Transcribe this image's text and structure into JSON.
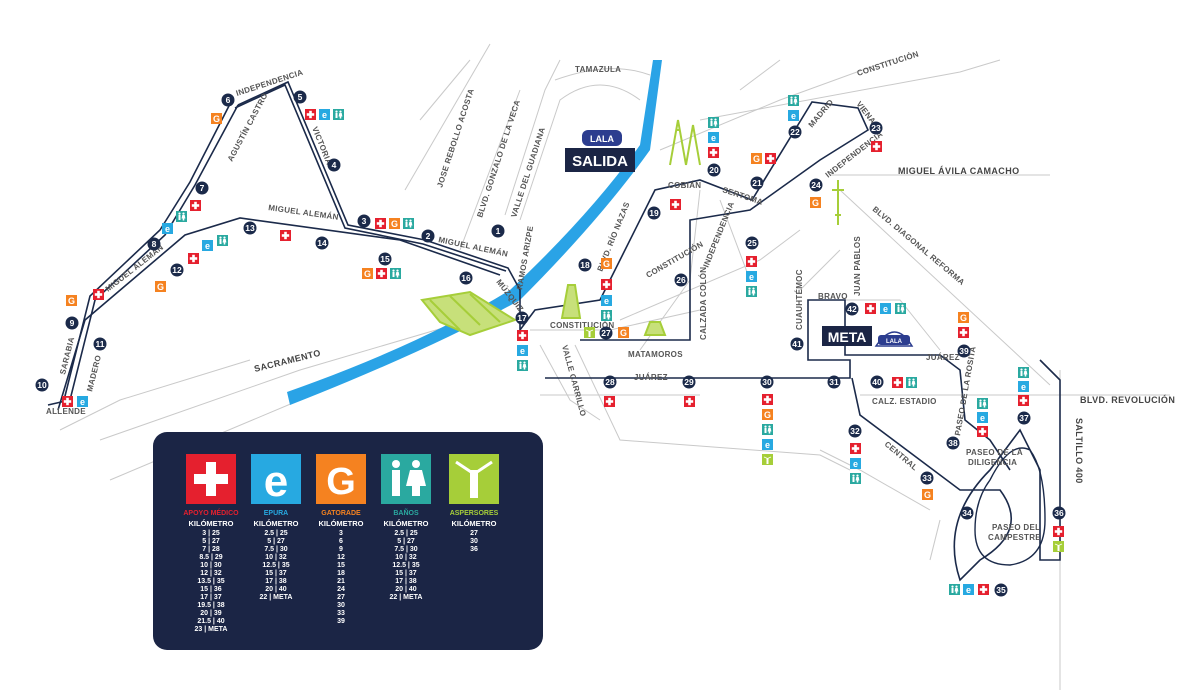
{
  "markers": {
    "start": "SALIDA",
    "finish": "META",
    "brand": "LALA"
  },
  "km": [
    "1",
    "2",
    "3",
    "4",
    "5",
    "6",
    "7",
    "8",
    "9",
    "10",
    "11",
    "12",
    "13",
    "14",
    "15",
    "16",
    "17",
    "18",
    "19",
    "20",
    "21",
    "22",
    "23",
    "24",
    "25",
    "26",
    "27",
    "28",
    "29",
    "30",
    "31",
    "32",
    "33",
    "34",
    "35",
    "36",
    "37",
    "38",
    "39",
    "40",
    "41",
    "42"
  ],
  "streets": {
    "tamazula": "TAMAZULA",
    "independencia_w": "INDEPENDENCIA",
    "agustin_castro": "AGUSTÍN CASTRO",
    "victoria": "VICTORIA",
    "jose_rebollo": "JOSE REBOLLO ACOSTA",
    "gonzalo_veca": "BLVD. GONZALO DE LA VECA",
    "valle_guadiana": "VALLE DEL GUADIANA",
    "miguel_aleman_w": "MIGUEL ALEMÁN",
    "miguel_aleman_c": "MIGUEL ALEMÁN",
    "miguel_aleman_sw": "MIGUEL ALEMÁN",
    "sacramento": "SACRAMENTO",
    "sarabia": "SARABIA",
    "madero": "MADERO",
    "allende": "ALLENDE",
    "ramos_arizpe": "RAMOS ARIZPE",
    "munzquiz": "MÚZQUIZ",
    "rio_nazas": "BLVD. RÍO NAZAS",
    "constitucion_c": "CONSTITUCIÓN",
    "constitucion_s": "CONSTITUCIÓN",
    "constitucion_ne": "CONSTITUCIÓN",
    "valle_carrillo": "VALLE CARRILLO",
    "cobian": "COBIÁN",
    "sertoma": "SERTOMA",
    "madrid": "MADRID",
    "viena": "VIENA",
    "independencia_e": "INDEPENDENCIA",
    "independencia_c": "INDEPENDENCIA",
    "miguel_avila": "MIGUEL ÁVILA CAMACHO",
    "diagonal_reforma": "BLVD. DIAGONAL REFORMA",
    "calzada_colon": "CALZADA COLÓN",
    "matamoros": "MATAMOROS",
    "juarez_w": "JUÁREZ",
    "juarez_e": "JUÁREZ",
    "cuauhtemoc": "CUAUHTÉMOC",
    "bravo": "BRAVO",
    "juan_pablos": "JUAN PABLOS",
    "calz_estadio": "CALZ. ESTADIO",
    "central": "CENTRAL",
    "paseo_rosita": "PASEO DE LA ROSITA",
    "paseo_diligencia_1": "PASEO DE LA",
    "paseo_diligencia_2": "DILIGENCIA",
    "paseo_campestre_1": "PASEO DEL",
    "paseo_campestre_2": "CAMPESTRE",
    "blvd_revolucion": "BLVD. REVOLUCIÓN",
    "saltillo": "SALTILLO 400"
  },
  "legend": {
    "columns": [
      {
        "title": "APOYO MÉDICO",
        "color": "#e5202e",
        "header": "KILÓMETRO",
        "values": [
          "3 | 25",
          "5 | 27",
          "7 | 28",
          "8.5 | 29",
          "10 | 30",
          "12 | 32",
          "13.5 | 35",
          "15 | 36",
          "17 | 37",
          "19.5 | 38",
          "20 | 39",
          "21.5 | 40",
          "23 | META"
        ]
      },
      {
        "title": "EPURA",
        "color": "#27a9e1",
        "header": "KILÓMETRO",
        "values": [
          "2.5 | 25",
          "5 | 27",
          "7.5 | 30",
          "10 | 32",
          "12.5 | 35",
          "15 | 37",
          "17 | 38",
          "20 | 40",
          "22 | META"
        ]
      },
      {
        "title": "GATORADE",
        "color": "#f58220",
        "header": "KILÓMETRO",
        "values": [
          "3",
          "6",
          "9",
          "12",
          "15",
          "18",
          "21",
          "24",
          "27",
          "30",
          "33",
          "39"
        ]
      },
      {
        "title": "BAÑOS",
        "color": "#2aa9a0",
        "header": "KILÓMETRO",
        "values": [
          "2.5 | 25",
          "5 | 27",
          "7.5 | 30",
          "10 | 32",
          "12.5 | 35",
          "15 | 37",
          "17 | 38",
          "20 | 40",
          "22 | META"
        ]
      },
      {
        "title": "ASPERSORES",
        "color": "#a6ce39",
        "header": "KILÓMETRO",
        "values": [
          "27",
          "30",
          "36"
        ]
      }
    ]
  },
  "colors": {
    "route": "#1b2a4a",
    "river": "#2aa3e6",
    "medical": "#e5202e",
    "epura": "#27a9e1",
    "gatorade": "#f58220",
    "banos": "#2aa9a0",
    "aspersores": "#a6ce39",
    "legend_bg": "#1b2545"
  }
}
